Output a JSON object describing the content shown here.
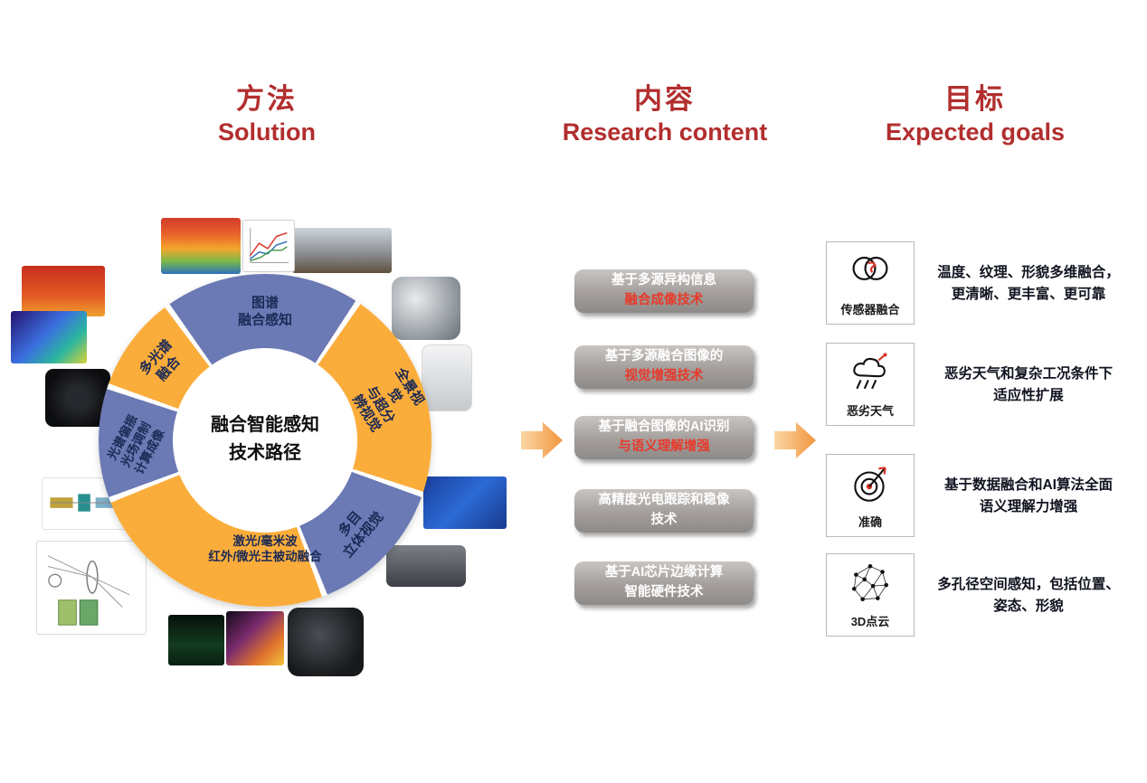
{
  "headers": {
    "solution": {
      "zh": "方法",
      "en": "Solution"
    },
    "content": {
      "zh": "内容",
      "en": "Research content"
    },
    "goals": {
      "zh": "目标",
      "en": "Expected goals"
    }
  },
  "wheel": {
    "center": "融合智能感知\n技术路径",
    "labels": {
      "top": "图谱\n融合感知",
      "upper_right": "全景视觉\n与超分辨视觉",
      "lower_right": "多目\n立体视觉",
      "bottom": "激光/毫米波\n红外/微光主被动融合",
      "left": "光谱偏振\n光场调制\n计算成像",
      "upper_left": "多光谱\n融合"
    },
    "photos": [
      "multispectral-cube",
      "spectral-curves",
      "panorama-scene",
      "omni-camera",
      "ptz-camera",
      "depth-blocks",
      "stereo-camera",
      "gimbal-camera",
      "thermal-portrait",
      "night-vision-ship",
      "optics-schematic",
      "spectrometer-schematic",
      "camera-lens",
      "thermal-scene",
      "thermal-apples"
    ]
  },
  "research": [
    {
      "line1": "基于多源异构信息",
      "line2": "融合成像技术"
    },
    {
      "line1": "基于多源融合图像的",
      "line2": "视觉增强技术"
    },
    {
      "line1": "基于融合图像的AI识别",
      "line2": "与语义理解增强"
    },
    {
      "line1": "高精度光电跟踪和稳像",
      "line2": "技术"
    },
    {
      "line1": "基于AI芯片边缘计算",
      "line2": "智能硬件技术"
    }
  ],
  "goals": [
    {
      "icon": "sensor-fusion-icon",
      "label": "传感器融合",
      "text": "温度、纹理、形貌多维融合，\n更清晰、更丰富、更可靠"
    },
    {
      "icon": "bad-weather-icon",
      "label": "恶劣天气",
      "text": "恶劣天气和复杂工况条件下\n适应性扩展"
    },
    {
      "icon": "target-accuracy-icon",
      "label": "准确",
      "text": "基于数据融合和AI算法全面\n语义理解力增强"
    },
    {
      "icon": "point-cloud-icon",
      "label": "3D点云",
      "text": "多孔径空间感知，包括位置、\n姿态、形貌"
    }
  ],
  "colors": {
    "header_red": "#B22E2E",
    "ring_blue": "#6B79B4",
    "ring_yellow": "#FBAD3B",
    "box_gray": "#A19C99",
    "highlight_red": "#E8392A",
    "arrow_orange": "#F2953E"
  }
}
